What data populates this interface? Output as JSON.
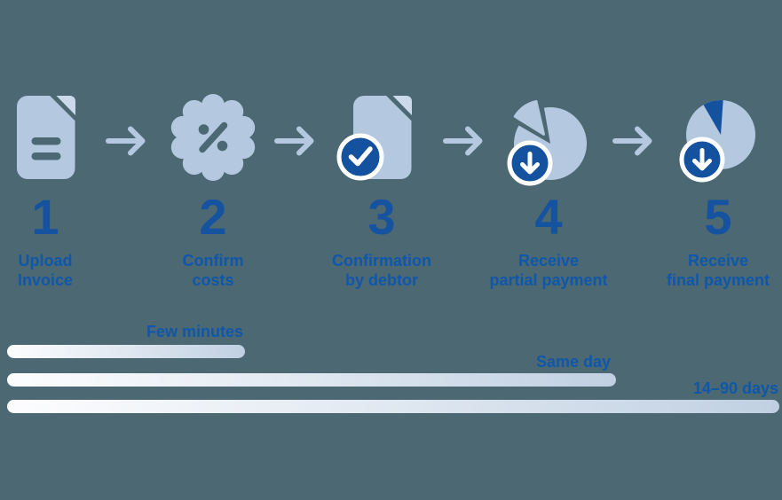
{
  "colors": {
    "background": "#4C6872",
    "icon_light_blue": "#B4C8E0",
    "icon_fold_light": "#CBD9EA",
    "accent_dark_blue": "#14519E",
    "number_blue": "#1553A0",
    "label_blue": "#0E57AA",
    "bar_gradient_start": "#FDFDFE",
    "bar_gradient_end": "#C0D0E2",
    "white": "#FFFFFF"
  },
  "steps": [
    {
      "number": "1",
      "label_line1": "Upload",
      "label_line2": "Invoice",
      "icon": "invoice-document-icon"
    },
    {
      "number": "2",
      "label_line1": "Confirm",
      "label_line2": "costs",
      "icon": "percent-badge-icon"
    },
    {
      "number": "3",
      "label_line1": "Confirmation",
      "label_line2": "by debtor",
      "icon": "document-approved-icon"
    },
    {
      "number": "4",
      "label_line1": "Receive",
      "label_line2": "partial payment",
      "icon": "partial-payment-pie-icon"
    },
    {
      "number": "5",
      "label_line1": "Receive",
      "label_line2": "final payment",
      "icon": "final-payment-pie-icon"
    }
  ],
  "timeline": [
    {
      "label": "Few minutes"
    },
    {
      "label": "Same day"
    },
    {
      "label": "14–90 days"
    }
  ]
}
